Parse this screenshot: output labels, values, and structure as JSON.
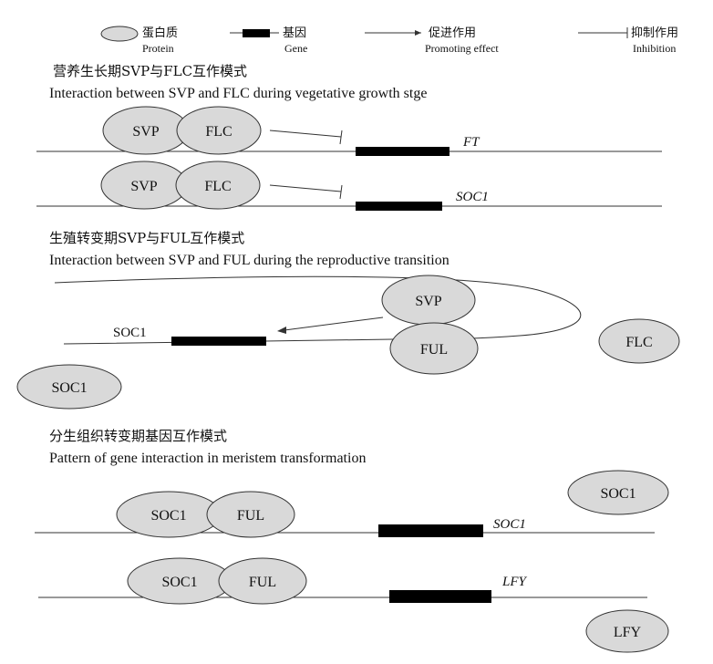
{
  "legend": {
    "protein_cn": "蛋白质",
    "protein_en": "Protein",
    "gene_cn": "基因",
    "gene_en": "Gene",
    "promote_cn": "促进作用",
    "promote_en": "Promoting effect",
    "inhibit_cn": "抑制作用",
    "inhibit_en": "Inhibition"
  },
  "section1": {
    "title_cn": "营养生长期SVP与FLC互作模式",
    "title_en": "Interaction between SVP and FLC during vegetative growth stge",
    "row1": {
      "protein_a": "SVP",
      "protein_b": "FLC",
      "gene": "FT"
    },
    "row2": {
      "protein_a": "SVP",
      "protein_b": "FLC",
      "gene": "SOC1"
    }
  },
  "section2": {
    "title_cn": "生殖转变期SVP与FUL互作模式",
    "title_en": "Interaction between SVP and FUL during the reproductive transition",
    "gene": "SOC1",
    "protein_svp": "SVP",
    "protein_ful": "FUL",
    "protein_flc": "FLC",
    "protein_soc1": "SOC1"
  },
  "section3": {
    "title_cn": "分生组织转变期基因互作模式",
    "title_en": "Pattern of gene interaction in meristem transformation",
    "row1": {
      "protein_a": "SOC1",
      "protein_b": "FUL",
      "gene": "SOC1"
    },
    "free_soc1": "SOC1",
    "row2": {
      "protein_a": "SOC1",
      "protein_b": "FUL",
      "gene": "LFY"
    },
    "free_lfy": "LFY"
  }
}
